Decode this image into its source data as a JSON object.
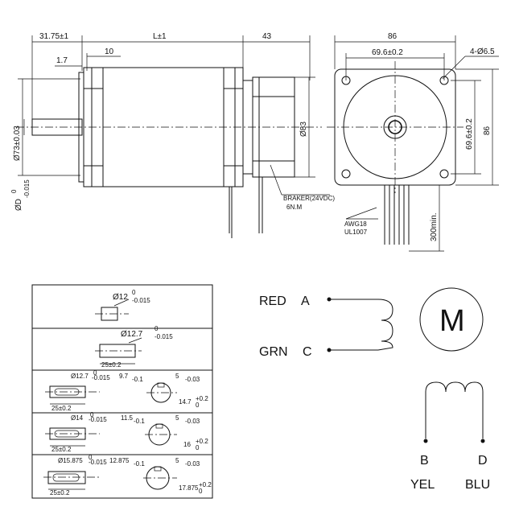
{
  "side_view": {
    "dim_shaft_length": "31.75±1",
    "dim_body_length": "L±1",
    "dim_brake_length": "43",
    "dim_flange_thickness": "1.7",
    "dim_flange_step": "10",
    "dim_pilot_diameter": "Ø73±0.03",
    "dim_shaft_diameter": "ØD",
    "dim_shaft_tol_upper": "0",
    "dim_shaft_tol_lower": "-0.015",
    "dim_brake_diameter": "Ø83",
    "brake_label_1": "BRAKER(24VDC)",
    "brake_label_2": "6N.M"
  },
  "front_view": {
    "dim_width": "86",
    "dim_hole_spacing": "69.6±0.2",
    "dim_holes": "4-Ø6.5",
    "dim_height": "86",
    "dim_hole_spacing_v": "69.6±0.2",
    "wire_label_1": "AWG18",
    "wire_label_2": "UL1007",
    "dim_wire_length": "300min."
  },
  "shaft_table": [
    {
      "diameter": "Ø12",
      "upper": "0",
      "lower": "-0.015"
    },
    {
      "diameter": "Ø12.7",
      "upper": "0",
      "lower": "-0.015",
      "length": "25±0.2"
    },
    {
      "diameter": "Ø12.7",
      "upper": "0",
      "lower": "-0.015",
      "length": "25±0.2",
      "flat": "9.7",
      "flat_tol": "-0.1",
      "key": "5",
      "key_tol": "-0.03",
      "key_height": "14.7",
      "key_height_tol_u": "+0.2",
      "key_height_tol_l": "0"
    },
    {
      "diameter": "Ø14",
      "upper": "0",
      "lower": "-0.015",
      "length": "25±0.2",
      "flat": "11.5",
      "flat_tol": "-0.1",
      "key": "5",
      "key_tol": "-0.03",
      "key_height": "16",
      "key_height_tol_u": "+0.2",
      "key_height_tol_l": "0"
    },
    {
      "diameter": "Ø15.875",
      "upper": "0",
      "lower": "-0.015",
      "length": "25±0.2",
      "flat": "12.875",
      "flat_tol": "-0.1",
      "key": "5",
      "key_tol": "-0.03",
      "key_height": "17.875",
      "key_height_tol_u": "+0.2",
      "key_height_tol_l": "0"
    }
  ],
  "wiring": {
    "wire_a_color": "RED",
    "wire_a_phase": "A",
    "wire_c_color": "GRN",
    "wire_c_phase": "C",
    "motor_symbol": "M",
    "wire_b_phase": "B",
    "wire_d_phase": "D",
    "wire_b_color": "YEL",
    "wire_d_color": "BLU"
  }
}
